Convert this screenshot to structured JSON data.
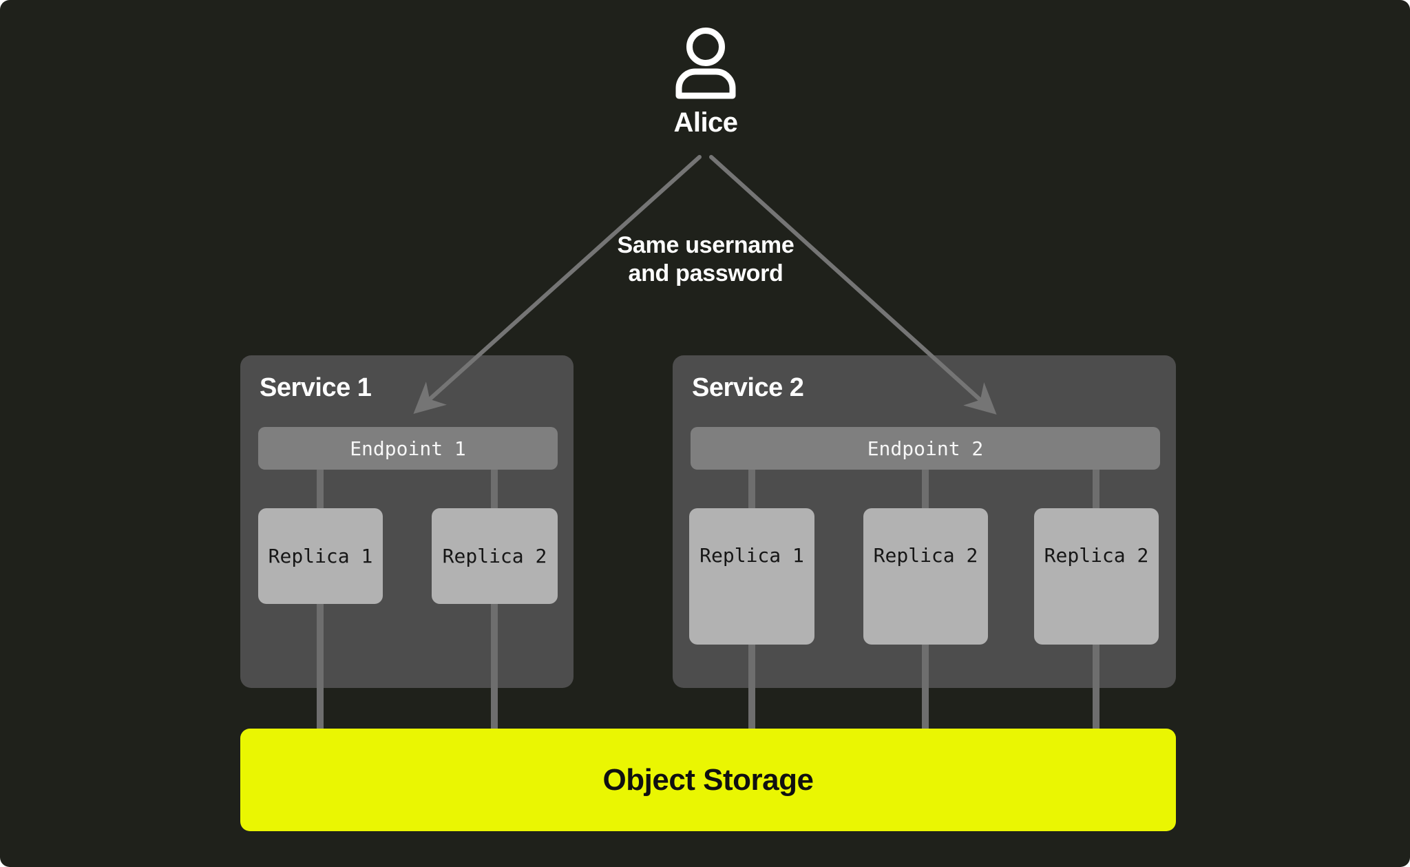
{
  "user": {
    "name": "Alice",
    "icon": "user-icon"
  },
  "annotation": {
    "line1": "Same username",
    "line2": "and password"
  },
  "services": [
    {
      "title": "Service 1",
      "endpoint": "Endpoint 1",
      "replicas": [
        "Replica 1",
        "Replica 2"
      ]
    },
    {
      "title": "Service 2",
      "endpoint": "Endpoint 2",
      "replicas": [
        "Replica 1",
        "Replica 2",
        "Replica 2"
      ]
    }
  ],
  "storage": {
    "label": "Object Storage"
  },
  "colors": {
    "canvas": "#1f211b",
    "service": "#4d4d4d",
    "endpoint": "#7f7f7f",
    "replica": "#b2b2b2",
    "line": "#6e6e6e",
    "arrow": "#757575",
    "accent": "#eaf602",
    "text-light": "#ffffff",
    "text-dark": "#101010"
  }
}
